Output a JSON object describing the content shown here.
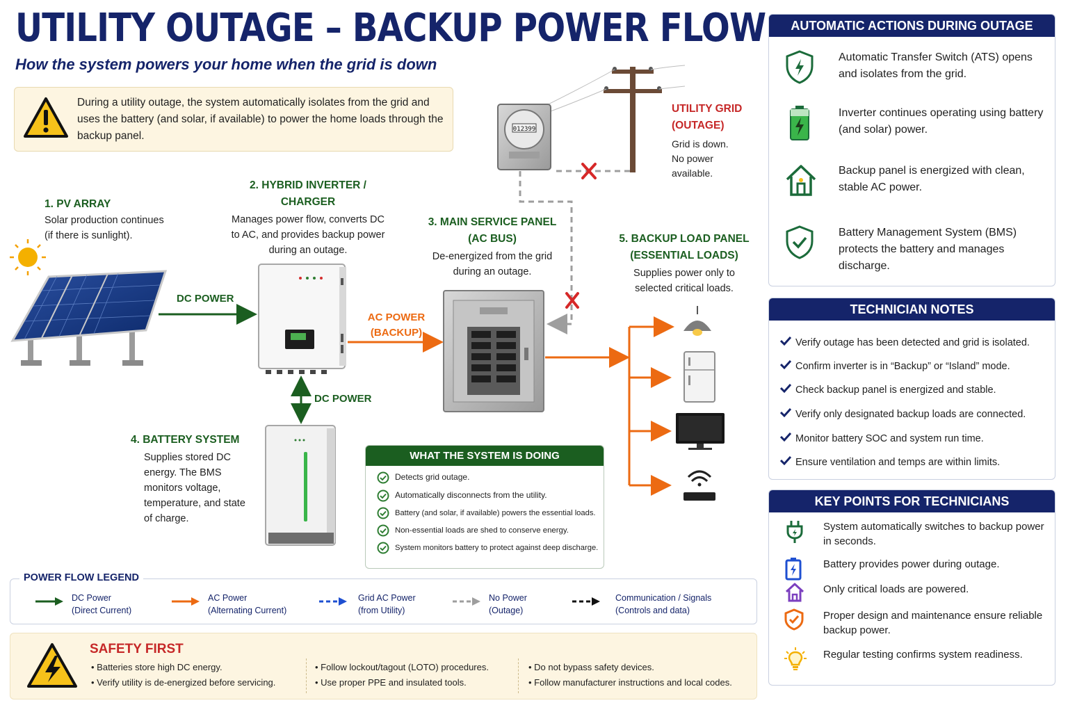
{
  "header": {
    "title": "UTILITY OUTAGE – BACKUP POWER FLOW",
    "subtitle": "How the system powers your home when the grid is down"
  },
  "intro": {
    "text": "During a utility outage, the system automatically isolates from the grid and uses the battery (and solar, if available) to power the home loads through the backup panel."
  },
  "components": {
    "pv": {
      "title": "1. PV ARRAY",
      "desc_line1": "Solar production continues",
      "desc_line2": "(if there is sunlight)."
    },
    "inverter": {
      "title_line1": "2. HYBRID INVERTER /",
      "title_line2": "CHARGER",
      "desc": "Manages power flow, converts DC to AC, and provides backup power during an outage."
    },
    "main_panel": {
      "title_line1": "3. MAIN SERVICE PANEL",
      "title_line2": "(AC BUS)",
      "desc": "De-energized from the grid during an outage."
    },
    "battery": {
      "title": "4. BATTERY SYSTEM",
      "desc": "Supplies stored DC energy. The BMS monitors voltage, temperature, and state of charge."
    },
    "backup_panel": {
      "title_line1": "5. BACKUP LOAD PANEL",
      "title_line2": "(ESSENTIAL LOADS)",
      "desc": "Supplies power only to selected critical loads."
    },
    "grid": {
      "title_line1": "UTILITY GRID",
      "title_line2": "(OUTAGE)",
      "desc": "Grid is down. No power available.",
      "meter_reading": "012399"
    }
  },
  "flows": {
    "dc_power_pv": "DC POWER",
    "dc_power_battery": "DC POWER",
    "ac_power_line1": "AC POWER",
    "ac_power_line2": "(BACKUP)"
  },
  "auto_actions": {
    "title": "AUTOMATIC ACTIONS DURING OUTAGE",
    "items": [
      {
        "icon": "shield-bolt-icon",
        "text": "Automatic Transfer Switch (ATS) opens and isolates from the grid."
      },
      {
        "icon": "battery-charging-icon",
        "text": "Inverter continues operating using battery (and solar) power."
      },
      {
        "icon": "home-icon",
        "text": "Backup panel is energized with clean, stable AC power."
      },
      {
        "icon": "shield-check-icon",
        "text": "Battery Management System (BMS) protects the battery and manages discharge."
      }
    ]
  },
  "tech_notes": {
    "title": "TECHNICIAN NOTES",
    "items": [
      "Verify outage has been detected and grid is isolated.",
      "Confirm inverter is in “Backup” or “Island” mode.",
      "Check backup panel is energized and stable.",
      "Verify only designated backup loads are connected.",
      "Monitor battery SOC and system run time.",
      "Ensure ventilation and temps are within limits."
    ]
  },
  "key_points": {
    "title": "KEY POINTS FOR TECHNICIANS",
    "items": [
      {
        "icon": "plug-icon",
        "text": "System automatically switches to backup power in seconds."
      },
      {
        "icon": "battery-icon",
        "text": "Battery provides power during outage."
      },
      {
        "icon": "house-icon",
        "text": "Only critical loads are powered."
      },
      {
        "icon": "shield-check-icon",
        "text": "Proper design and maintenance ensure reliable backup power."
      },
      {
        "icon": "lightbulb-icon",
        "text": "Regular testing confirms system readiness."
      }
    ]
  },
  "doing": {
    "title": "WHAT THE SYSTEM IS DOING",
    "items": [
      "Detects grid outage.",
      "Automatically disconnects from the utility.",
      "Battery (and solar, if available) powers the essential loads.",
      "Non-essential loads are shed to conserve energy.",
      "System monitors battery to protect against deep discharge."
    ]
  },
  "legend": {
    "title": "POWER FLOW LEGEND",
    "items": [
      {
        "line1": "DC Power",
        "line2": "(Direct Current)",
        "color": "#1b5e20"
      },
      {
        "line1": "AC Power",
        "line2": "(Alternating Current)",
        "color": "#ec6a12"
      },
      {
        "line1": "Grid AC Power",
        "line2": "(from Utility)",
        "color": "#1e4fd1"
      },
      {
        "line1": "No Power",
        "line2": "(Outage)",
        "color": "#9e9e9e"
      },
      {
        "line1": "Communication / Signals",
        "line2": "(Controls and data)",
        "color": "#111111"
      }
    ]
  },
  "safety": {
    "title": "SAFETY FIRST",
    "col1": [
      "• Batteries store high DC energy.",
      "• Verify utility is de-energized before servicing."
    ],
    "col2": [
      "• Follow lockout/tagout (LOTO) procedures.",
      "• Use proper PPE and insulated tools."
    ],
    "col3": [
      "• Do not bypass safety devices.",
      "• Follow manufacturer instructions and local codes."
    ]
  },
  "colors": {
    "navy": "#15246a",
    "green": "#1b5e20",
    "orange": "#ec6a12",
    "red": "#c62828",
    "gray_dash": "#9e9e9e"
  }
}
